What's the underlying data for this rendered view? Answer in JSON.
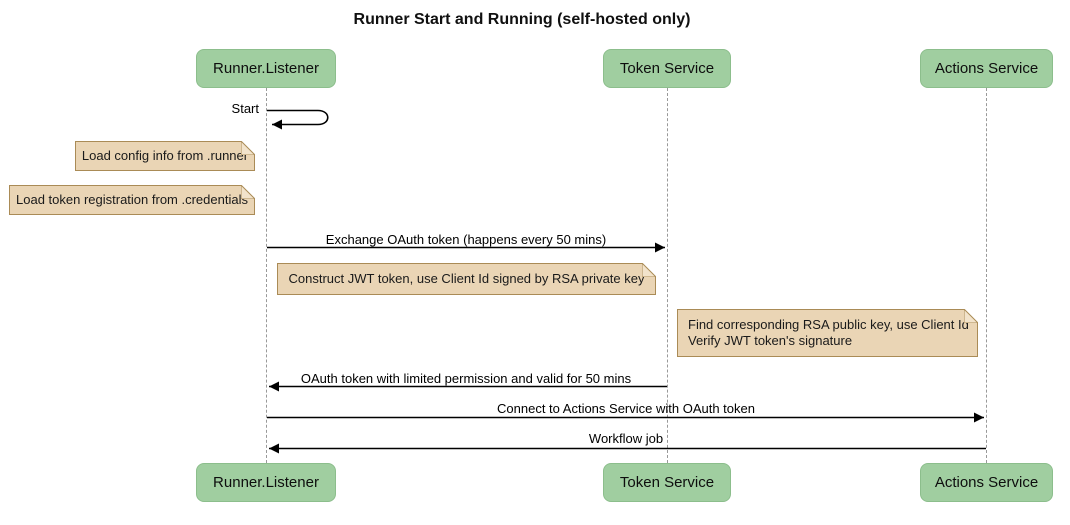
{
  "diagram": {
    "type": "sequence",
    "title": "Runner Start and Running (self-hosted only)"
  },
  "actors": [
    {
      "label": "Runner.Listener"
    },
    {
      "label": "Token Service"
    },
    {
      "label": "Actions Service"
    }
  ],
  "messages": [
    {
      "label": "Start",
      "from": "Runner.Listener",
      "to": "Runner.Listener",
      "kind": "self"
    },
    {
      "label": "Exchange OAuth token (happens every 50 mins)",
      "from": "Runner.Listener",
      "to": "Token Service",
      "kind": "solid-arrow"
    },
    {
      "label": "OAuth token with limited permission and valid for 50 mins",
      "from": "Token Service",
      "to": "Runner.Listener",
      "kind": "solid-arrow"
    },
    {
      "label": "Connect to Actions Service with OAuth token",
      "from": "Runner.Listener",
      "to": "Actions Service",
      "kind": "solid-arrow"
    },
    {
      "label": "Workflow job",
      "from": "Actions Service",
      "to": "Runner.Listener",
      "kind": "solid-arrow"
    }
  ],
  "notes": [
    {
      "placement": "left of Runner.Listener",
      "lines": [
        "Load config info from .runner"
      ]
    },
    {
      "placement": "left of Runner.Listener",
      "lines": [
        "Load token registration from .credentials"
      ]
    },
    {
      "placement": "over Runner.Listener and Token Service",
      "lines": [
        "Construct JWT token, use Client Id signed by RSA private key"
      ]
    },
    {
      "placement": "over Actions Service",
      "lines": [
        "Find corresponding RSA public key, use Client Id",
        "Verify JWT token's signature"
      ]
    }
  ],
  "colors": {
    "actor_fill": "#A0CEA0",
    "actor_border": "#8CBE8C",
    "note_fill": "#EAD5B5",
    "note_border": "#AA8B56",
    "lifeline": "#999999",
    "message_line": "#000000",
    "text": "#000000",
    "background": "#FFFFFF"
  }
}
